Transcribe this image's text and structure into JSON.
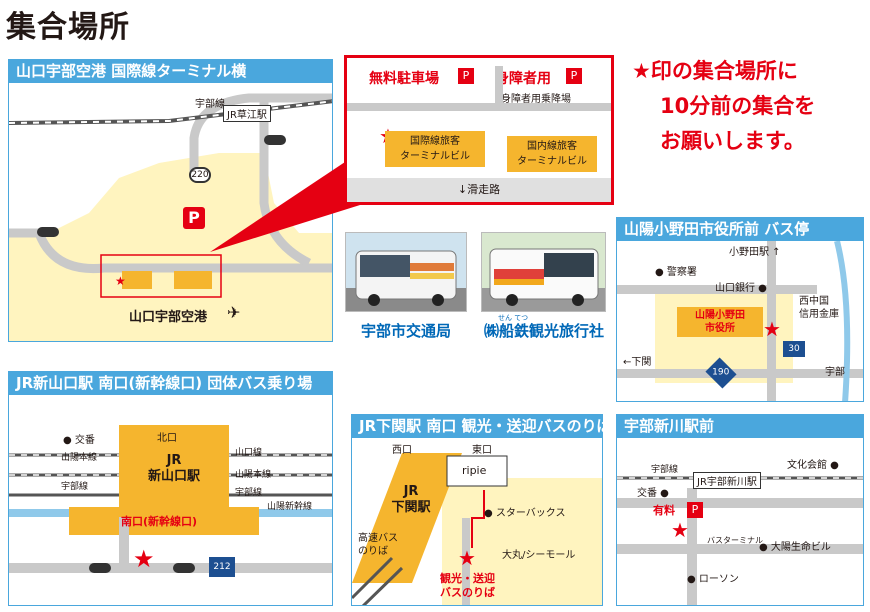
{
  "page_title": "集合場所",
  "notice": {
    "line1": "★印の集合場所に",
    "line2": "10分前の集合を",
    "line3": "お願いします。"
  },
  "colors": {
    "header_blue": "#4aa7dd",
    "accent_red": "#e50012",
    "terminal_yellow": "#f5b52e",
    "land_yellow": "#fff4bf"
  },
  "ube_airport": {
    "heading": "山口宇部空港 国際線ターミナル横",
    "ube_line": "宇部線",
    "kusae_station": "JR草江駅",
    "route_220": "220",
    "parking_symbol": "P",
    "airport_label": "山口宇部空港",
    "plane_icon": "airplane-icon"
  },
  "inset": {
    "free_parking": "無料駐車場",
    "accessible": "身障者用",
    "accessible_boarding": "身障者用乗降場",
    "intl_terminal": "国際線旅客\nターミナルビル",
    "dom_terminal": "国内線旅客\nターミナルビル",
    "runway": "↓滑走路",
    "parking_symbol": "P"
  },
  "buses": {
    "ube_caption": "宇部市交通局",
    "funatetsu_caption": "㈱船鉄観光旅行社",
    "funatetsu_ruby": "せん てつ"
  },
  "sanyo_onoda": {
    "heading": "山陽小野田市役所前 バス停",
    "onoda_station": "小野田駅 ↑",
    "police": "警察署",
    "yamaguchi_bank": "山口銀行",
    "shinkin": "西中国\n信用金庫",
    "city_hall": "山陽小野田\n市役所",
    "to_shimonoseki": "←下関",
    "route_190": "190",
    "route_30": "30",
    "to_ube": "宇部"
  },
  "shin_yamaguchi": {
    "heading": "JR新山口駅 南口(新幹線口) 団体バス乗り場",
    "koban": "交番",
    "sanyo_line_left": "山陽本線",
    "ube_line_left": "宇部線",
    "sanyo_line_right": "山陽本線",
    "yamaguchi_line": "山口線",
    "ube_line_right": "宇部線",
    "shinkansen": "山陽新幹線",
    "north_exit": "北口",
    "station": "JR\n新山口駅",
    "south_exit": "南口(新幹線口)",
    "route_212": "212"
  },
  "shimonoseki": {
    "heading": "JR下関駅 南口 観光・送迎バスのりば",
    "west_exit": "西口",
    "east_exit": "東口",
    "ripie": "ripie",
    "station": "JR\n下関駅",
    "highway_bus": "高速バス\nのりば",
    "starbucks": "スターバックス",
    "daimaru": "大丸/シーモール",
    "pickup": "観光・送迎\nバスのりば"
  },
  "ube_shinkawa": {
    "heading": "宇部新川駅前",
    "bunka": "文化会館",
    "ube_line": "宇部線",
    "station": "JR宇部新川駅",
    "koban": "交番",
    "paid_parking": "有料",
    "parking_symbol": "P",
    "bus_terminal": "バスターミナル",
    "taiyo": "大陽生命ビル",
    "lawson": "ローソン"
  }
}
